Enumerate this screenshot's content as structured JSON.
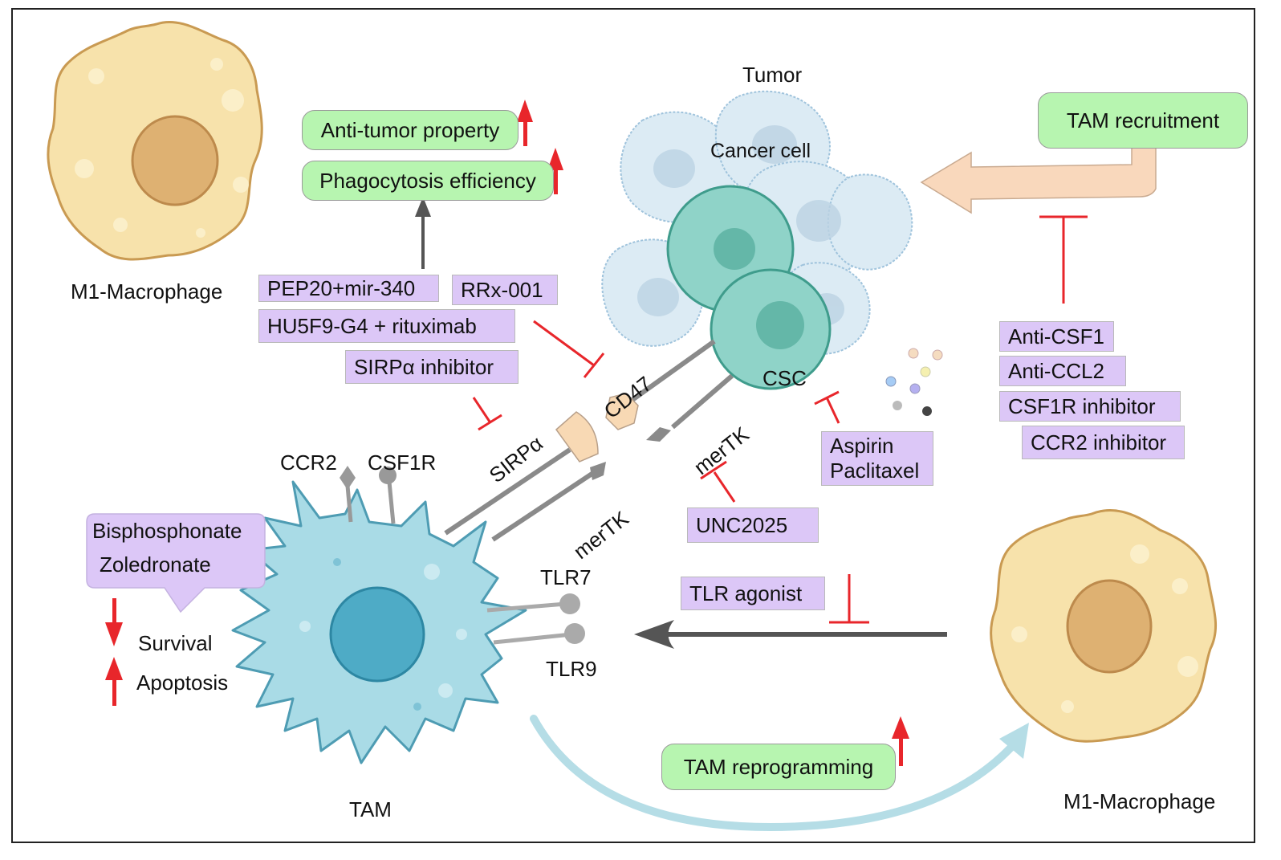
{
  "labels": {
    "tumor": "Tumor",
    "cancer_cell": "Cancer cell",
    "csc": "CSC",
    "m1_macrophage_top": "M1-Macrophage",
    "m1_macrophage_bottom": "M1-Macrophage",
    "tam": "TAM",
    "cd47": "CD47",
    "sirpa": "SIRPα",
    "mertk_top": "merTK",
    "mertk_bottom": "merTK",
    "ccr2": "CCR2",
    "csf1r": "CSF1R",
    "tlr7": "TLR7",
    "tlr9": "TLR9",
    "survival": "Survival",
    "apoptosis": "Apoptosis"
  },
  "green_boxes": {
    "anti_tumor": "Anti-tumor property",
    "phagocytosis": "Phagocytosis efficiency",
    "tam_recruitment": "TAM recruitment",
    "tam_reprogramming": "TAM reprogramming"
  },
  "drug_boxes": {
    "pep20": "PEP20+mir-340",
    "rrx001": "RRx-001",
    "hu5f9": "HU5F9-G4 + rituximab",
    "sirpa_inhibitor": "SIRPα inhibitor",
    "anti_csf1": "Anti-CSF1",
    "anti_ccl2": "Anti-CCL2",
    "csf1r_inhibitor": "CSF1R inhibitor",
    "ccr2_inhibitor": "CCR2 inhibitor",
    "aspirin": "Aspirin",
    "paclitaxel": "Paclitaxel",
    "unc2025": "UNC2025",
    "tlr_agonist": "TLR agonist",
    "bisphosphonate": "Bisphosphonate",
    "zoledronate": "Zoledronate"
  },
  "colors": {
    "green_box": "#b7f5b0",
    "drug_box": "#dcc7f7",
    "inhibit_red": "#e8262b",
    "tam_blue": "#a9dbe6",
    "macrophage_yellow": "#f7e2ab",
    "cancer_teal": "#8fd3c8"
  }
}
